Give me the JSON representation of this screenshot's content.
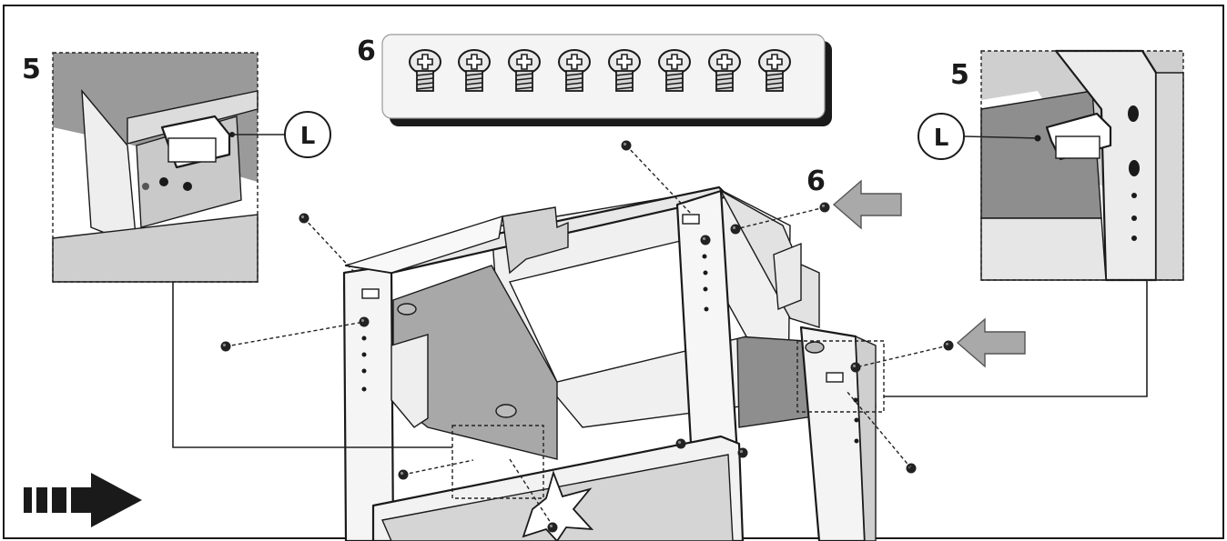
{
  "labels": {
    "step_top_left": "5",
    "step_top_right": "5",
    "screw_count_tray": "6",
    "screw_count_side": "6",
    "callout_left": "L",
    "callout_right": "L"
  },
  "colors": {
    "outline": "#1a1a1a",
    "panel_light": "#f2f2f2",
    "panel_mid": "#c8c8c8",
    "panel_dark": "#8e8e8e",
    "arrow_fill": "#a9a9a9"
  },
  "icons": {
    "screw": "phillips-screw-icon",
    "direction": "striped-arrow-icon",
    "push": "push-arrow-icon"
  }
}
